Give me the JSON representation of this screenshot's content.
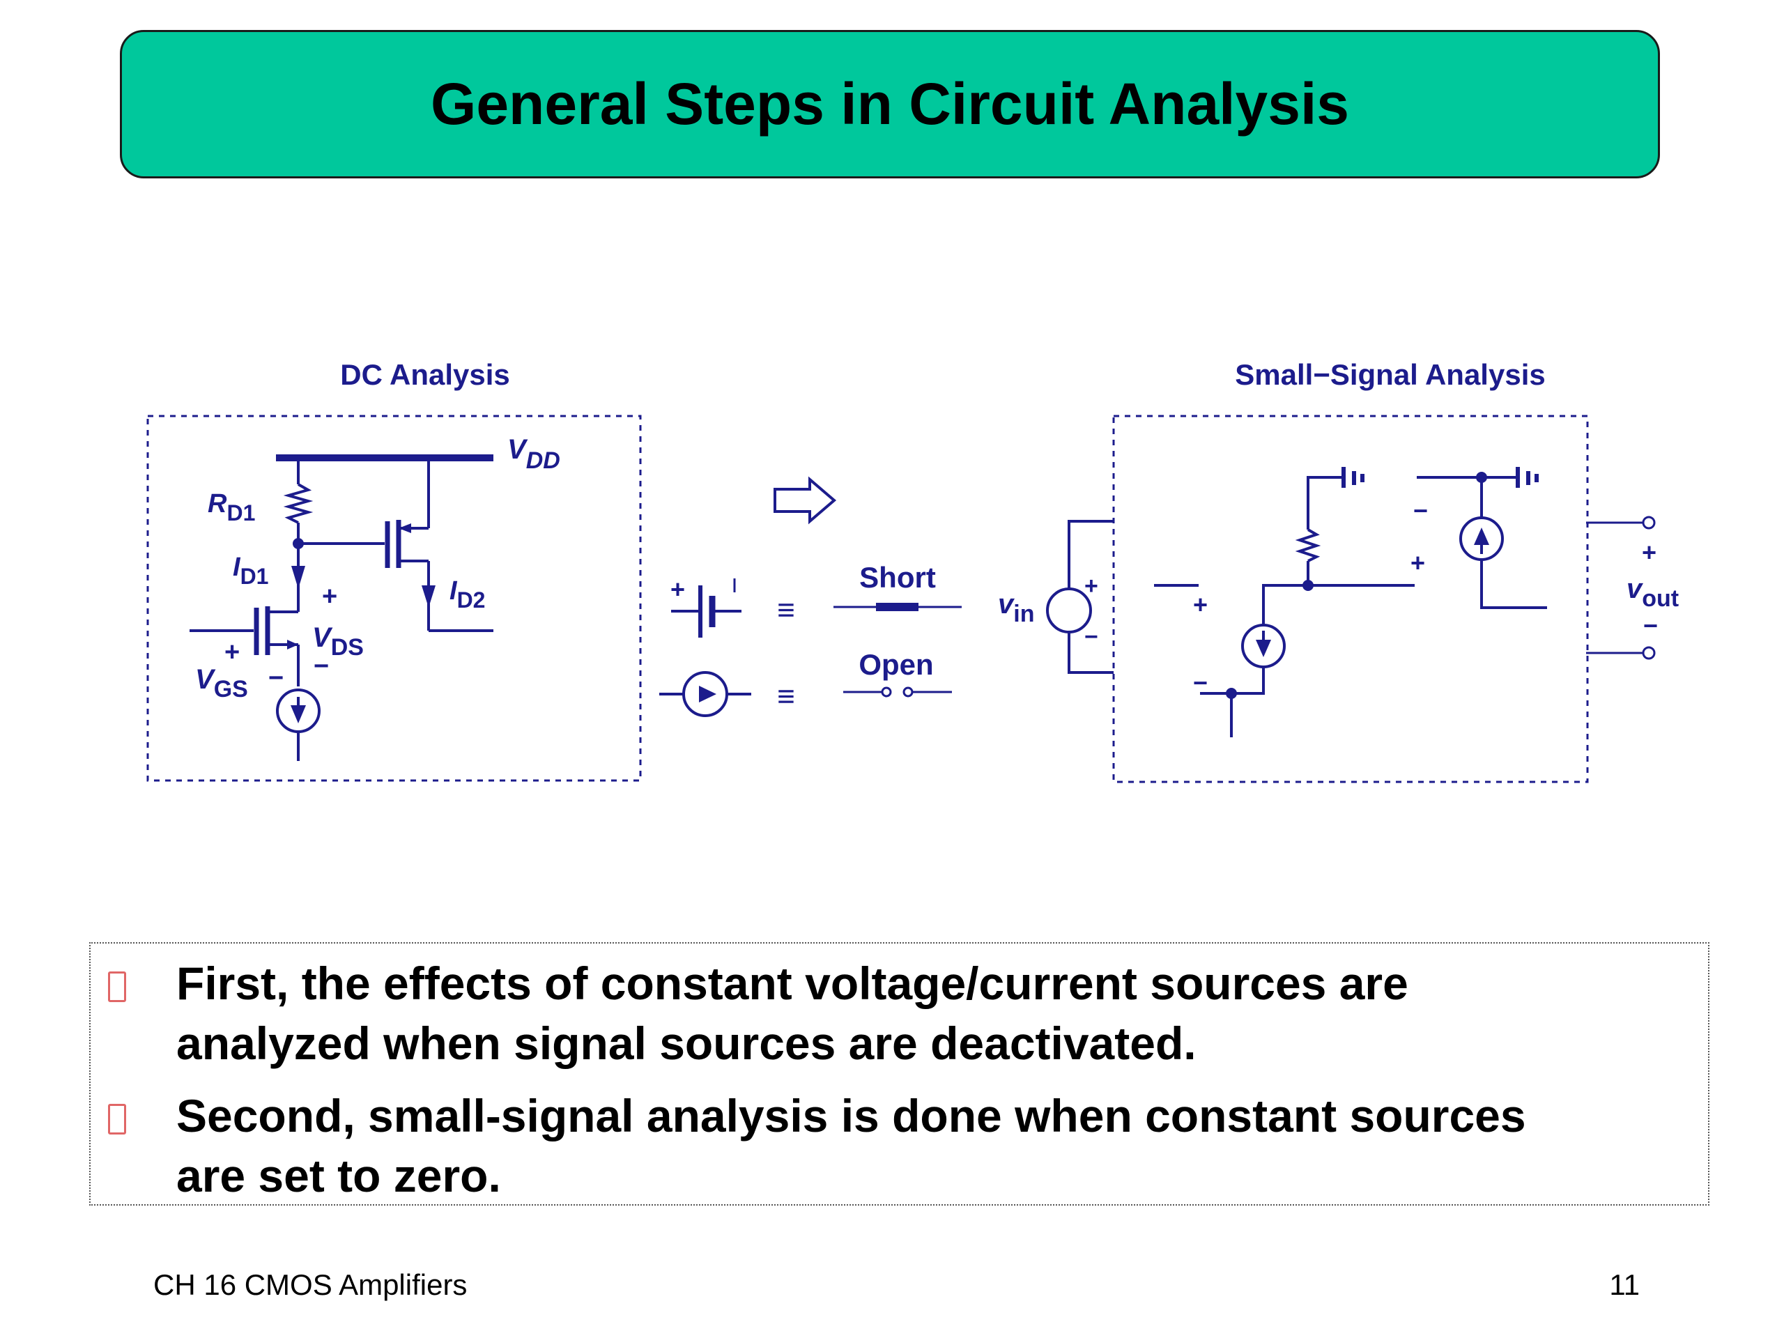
{
  "slide": {
    "title": "General Steps in Circuit Analysis",
    "footer_left": "CH 16 CMOS Amplifiers",
    "footer_right": "11"
  },
  "diagram": {
    "dc_label": "DC Analysis",
    "ss_label": "Small−Signal Analysis",
    "short_label": "Short",
    "open_label": "Open",
    "equiv_symbol": "≡",
    "labels": {
      "vdd": "V",
      "vdd_sub": "DD",
      "rd1": "R",
      "rd1_sub": "D1",
      "id1": "I",
      "id1_sub": "D1",
      "id2": "I",
      "id2_sub": "D2",
      "vds": "V",
      "vds_sub": "DS",
      "vgs": "V",
      "vgs_sub": "GS",
      "vin": "v",
      "vin_sub": "in",
      "vout": "v",
      "vout_sub": "out",
      "plus": "+",
      "minus": "−"
    },
    "colors": {
      "circuit": "#1C1C8C",
      "title_bg": "#00C89C"
    }
  },
  "bullets": [
    {
      "line1": "First, the effects of constant voltage/current sources are",
      "line2": "analyzed when signal sources are deactivated."
    },
    {
      "line1": "Second, small-signal analysis is done when constant sources",
      "line2": "are set to zero."
    }
  ]
}
